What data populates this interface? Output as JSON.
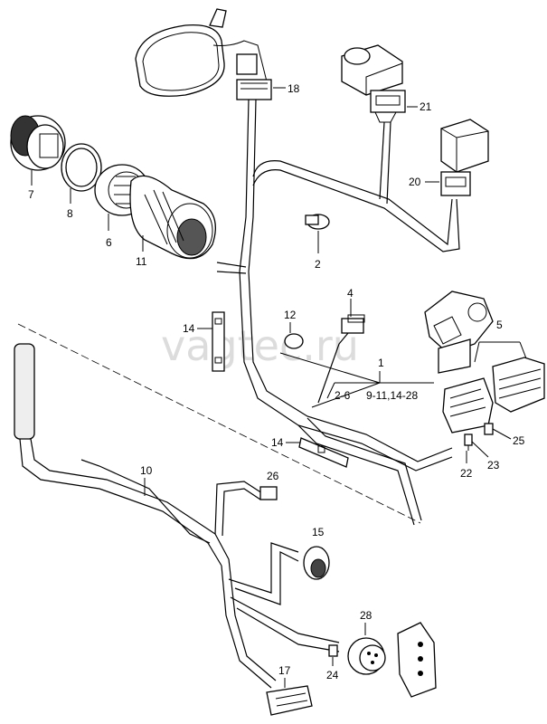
{
  "watermark": "vagtec.ru",
  "callouts": {
    "c1": "1",
    "c1_range_a": "2-6",
    "c1_range_b": "9-11,14-28",
    "c2": "2",
    "c4": "4",
    "c5": "5",
    "c6": "6",
    "c7": "7",
    "c8": "8",
    "c10": "10",
    "c11": "11",
    "c12": "12",
    "c14a": "14",
    "c14b": "14",
    "c15": "15",
    "c17": "17",
    "c18": "18",
    "c20": "20",
    "c21": "21",
    "c22": "22",
    "c23": "23",
    "c24": "24",
    "c25": "25",
    "c26": "26",
    "c28": "28"
  }
}
